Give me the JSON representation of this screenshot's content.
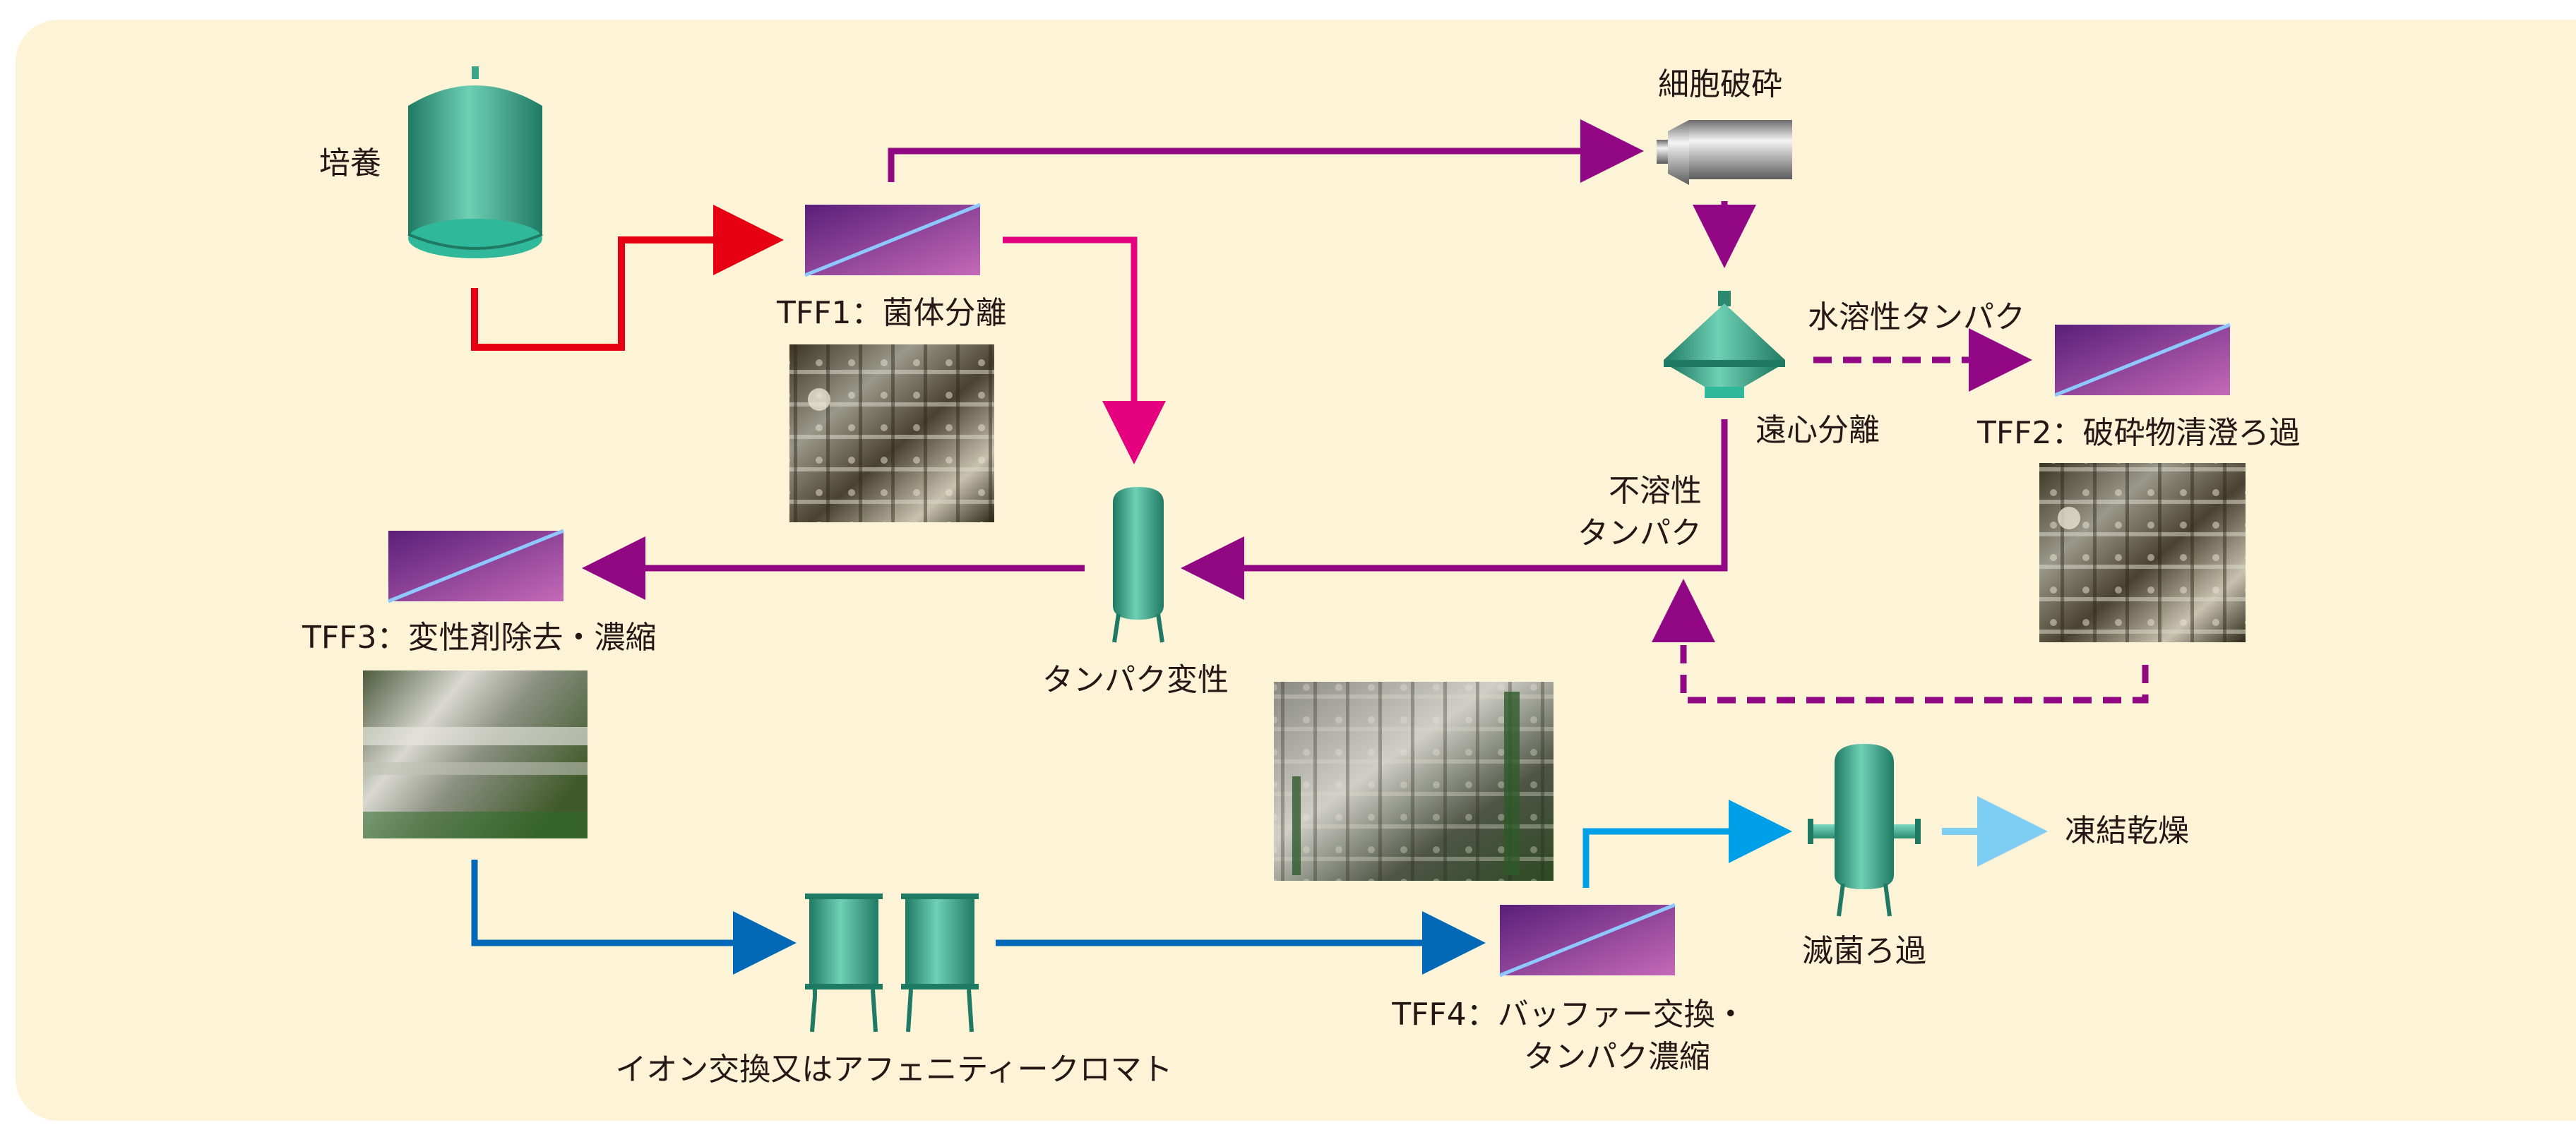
{
  "labels": {
    "culture": "培養",
    "cell_disruption": "細胞破砕",
    "tff1": "TFF1：菌体分離",
    "water_soluble_protein": "水溶性タンパク",
    "centrifugation": "遠心分離",
    "tff2": "TFF2：破砕物清澄ろ過",
    "insoluble_protein_line1": "不溶性",
    "insoluble_protein_line2": "タンパク",
    "tff3": "TFF3：変性剤除去・濃縮",
    "protein_denaturation": "タンパク変性",
    "sterile_filtration": "滅菌ろ過",
    "freeze_drying": "凍結乾燥",
    "ion_exchange": "イオン交換又はアフェニティークロマト",
    "tff4_line1": "TFF4：バッファー交換・",
    "tff4_line2": "タンパク濃縮"
  },
  "colors": {
    "background": "#fdf3d6",
    "tank_teal": "#3aa58b",
    "red_flow": "#e60012",
    "magenta_flow": "#e4007f",
    "purple_flow": "#920783",
    "blue_flow": "#0068b7",
    "cyan_flow": "#00a0e9",
    "light_cyan_flow": "#7ecef4",
    "tff_purple": "#7b2d8e"
  },
  "icons": {
    "culture_tank": "culture-tank-icon",
    "homogenizer": "cell-disruptor-icon",
    "centrifuge": "centrifuge-cone-icon",
    "tff_module": "tff-filter-cassette-icon",
    "denaturation_vessel": "denaturation-vessel-icon",
    "chromatography_columns": "chromatography-column-icon",
    "sterile_filter": "sterile-filter-housing-icon",
    "equipment_photo": "equipment-photo"
  }
}
